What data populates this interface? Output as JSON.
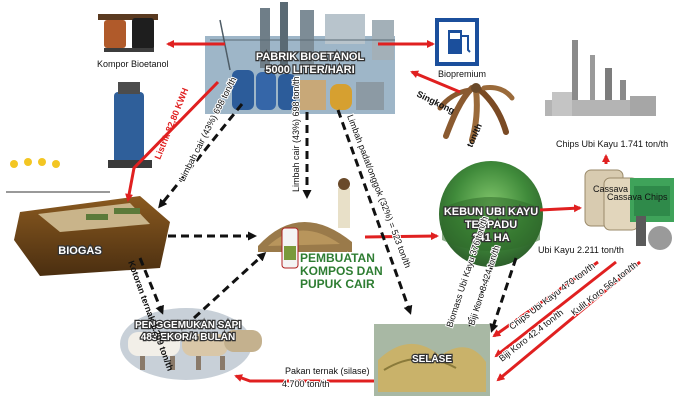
{
  "nodes": {
    "factory": {
      "line1": "PABRIK BIOETANOL",
      "line2": "5000 LITER/HARI"
    },
    "farm": {
      "line1": "KEBUN UBI KAYU",
      "line2": "TERPADU",
      "line3": "241 HA"
    },
    "biogas": {
      "label": "BIOGAS"
    },
    "compost": {
      "line1": "PEMBUATAN",
      "line2": "KOMPOS DAN",
      "line3": "PUPUK CAIR"
    },
    "cattle": {
      "line1": "PENGGEMUKAN SAPI",
      "line2": "483 EKOR/4 BULAN"
    },
    "silage": {
      "label": "SELASE"
    },
    "stove": {
      "label": "Kompor Bioetanol"
    },
    "biopremium": {
      "label": "Biopremium"
    },
    "chips": {
      "label": "Chips Ubi Kayu 1.741 ton/th",
      "sack1": "Cassava",
      "sack2": "Cassava Chips"
    }
  },
  "flows": {
    "power": "Listrik 82,80 KWH",
    "liquid_waste_biogas": "Limbah cair (43%) 698 ton/th",
    "liquid_waste_compost": "Limbah cair (43%) 698 ton/th",
    "solid_waste": "Limbah padat/onggok (32%) = 523 ton/th",
    "cassava_to_factory_1": "Singkong",
    "cassava_to_factory_2": "ton/th",
    "cassava_to_chips": "Ubi Kayu 2.211 ton/th",
    "manure": "Kotoran ternak 1.209 ton/th",
    "feed": "Pakan ternak (silase)",
    "feed_amount": "4.700 ton/th",
    "biomass_1": "Biomass Ubi Kayu 376 ton/th",
    "biomass_2": "Biji Koro 8.424 ton/th",
    "chips_to_silage": "Chips Ubi Kayu 470 ton/th",
    "koro_seed": "Biji Koro 42,4 ton/th",
    "koro_skin": "Kulit Koro 564 ton/th"
  },
  "colors": {
    "red_arrow": "#e02020",
    "dashed_arrow": "#111111",
    "title_green": "#2e7d32"
  }
}
